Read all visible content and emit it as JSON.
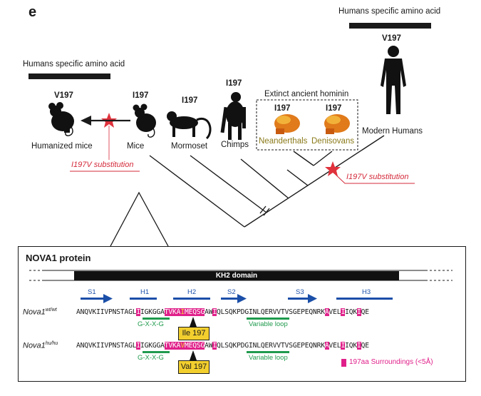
{
  "panel_letter": "e",
  "humans_specific_right": "Humans specific amino acid",
  "humans_specific_left": "Humans specific amino acid",
  "aa": {
    "v197_human": "V197",
    "v197_mice": "V197",
    "i197_mice": "I197",
    "i197_marmoset": "I197",
    "i197_chimps": "I197",
    "i197_neanderthals": "I197",
    "i197_denisovans": "I197"
  },
  "species": {
    "humanized_mice": "Humanized mice",
    "mice": "Mice",
    "marmoset": "Mormoset",
    "chimps": "Chimps",
    "neanderthals": "Neanderthals",
    "denisovans": "Denisovans",
    "modern_humans": "Modern Humans"
  },
  "extinct_title": "Extinct ancient  hominin",
  "substitution_left": "I197V substitution",
  "substitution_right": "I197V substitution",
  "protein": {
    "title": "NOVA1 protein",
    "domain": "KH2 domain",
    "structures": [
      "S1",
      "H1",
      "H2",
      "S2",
      "S3",
      "H3"
    ],
    "row1": {
      "label": "Nova1",
      "sup": "wt/wt",
      "seq": [
        "ANQVKIIVPNSTAGL",
        "I",
        "IGKGGA",
        "TVKA",
        "I",
        "MEQSG",
        "AW",
        "I",
        "QLSQKPDGINLQERVVTVSGEPEQNRK",
        "A",
        "VEL",
        "I",
        "IQK",
        "I",
        "QE"
      ],
      "callout": "Ile 197"
    },
    "row2": {
      "label": "Nova1",
      "sup": "hu/hu",
      "seq": [
        "ANQVKIIVPNSTAGL",
        "I",
        "IGKGGA",
        "TVKA",
        "V",
        "MEQSG",
        "AW",
        "I",
        "QLSQKPDGINLQERVVTVSGEPEQNRK",
        "A",
        "VEL",
        "I",
        "IQK",
        "I",
        "QE"
      ],
      "callout": "Val 197"
    },
    "gxxg": "G-X-X-G",
    "variable_loop": "Variable loop",
    "legend": "197aa Surroundings (<5Å)"
  },
  "colors": {
    "highlight": "#e0208a",
    "callout": "#f3cf2e",
    "red": "#d42a3a",
    "green": "#1f9a4d",
    "blue": "#1b4fa8",
    "skull": "#e07a1a"
  }
}
